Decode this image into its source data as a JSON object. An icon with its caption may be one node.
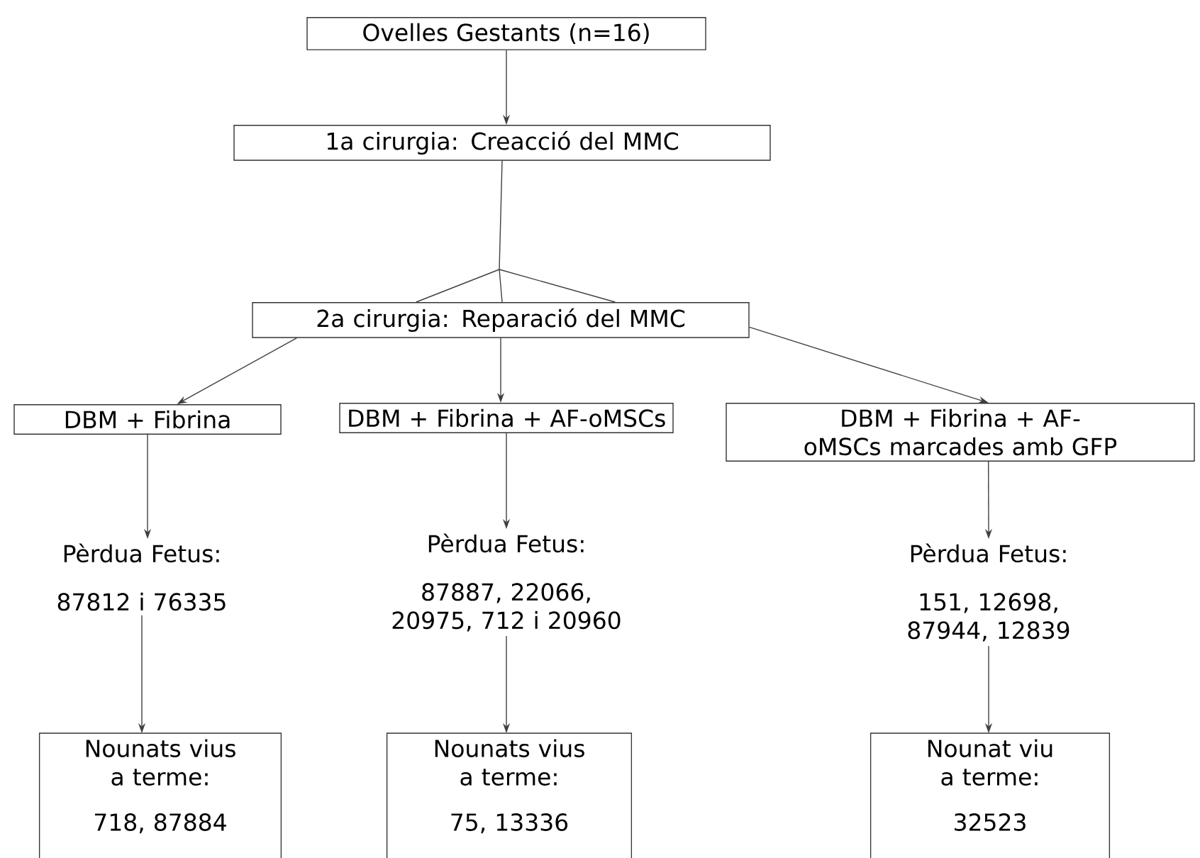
{
  "diagram": {
    "nodes": [
      {
        "text": [
          "Ovelles Gestants (n=16)"
        ]
      },
      {
        "text": [
          "1a cirurgia: Creacció del MMC"
        ]
      },
      {
        "text": [
          "2a cirurgia: Reparació del MMC"
        ]
      },
      {
        "text": [
          "DBM + Fibrina"
        ]
      },
      {
        "text": [
          "DBM + Fibrina + AF-oMSCs"
        ]
      },
      {
        "text": [
          "DBM + Fibrina + AF-oMSCs marcades amb GFP"
        ]
      },
      {
        "text": [
          "Pèrdua Fetus:",
          "87812 i 76335"
        ]
      },
      {
        "text": [
          "Pèrdua Fetus:",
          "87887, 22066, 20975, 712 i 20960"
        ]
      },
      {
        "text": [
          "Pèrdua Fetus:",
          "151, 12698, 87944, 12839"
        ]
      },
      {
        "text": [
          "Nounats vius a terme:",
          "718, 87884"
        ]
      },
      {
        "text": [
          "Nounats vius a terme:",
          "75, 13336"
        ]
      },
      {
        "text": [
          "Nounat viu a terme:",
          "32523"
        ]
      }
    ],
    "edges": [
      {
        "from": 0,
        "to": 1,
        "arrow": "to"
      },
      {
        "from": 1,
        "to": 2,
        "arrow": "none"
      },
      {
        "from": 2,
        "to": 3,
        "arrow": "to"
      },
      {
        "from": 2,
        "to": 4,
        "arrow": "to"
      },
      {
        "from": 2,
        "to": 5,
        "arrow": "to"
      },
      {
        "from": 3,
        "to": 6,
        "arrow": "to"
      },
      {
        "from": 4,
        "to": 7,
        "arrow": "to"
      },
      {
        "from": 5,
        "to": 8,
        "arrow": "to"
      },
      {
        "from": 6,
        "to": 9,
        "arrow": "to"
      },
      {
        "from": 7,
        "to": 10,
        "arrow": "to"
      },
      {
        "from": 8,
        "to": 11,
        "arrow": "to"
      }
    ]
  }
}
